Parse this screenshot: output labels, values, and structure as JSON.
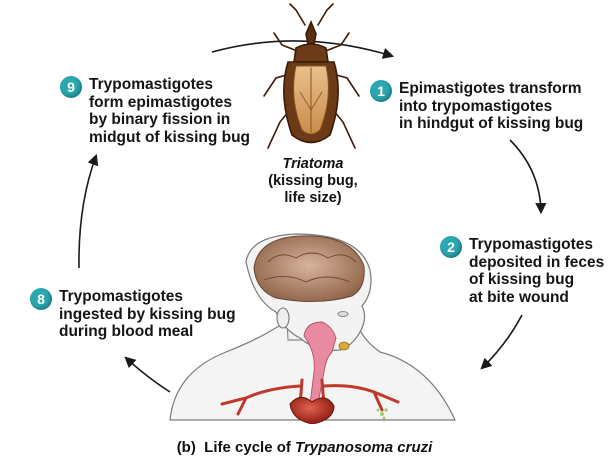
{
  "colors": {
    "badge": "#2aa7b0",
    "arrow": "#1a1a1a",
    "insect_body": "#6b3a16",
    "insect_wing": "#d6a46a",
    "skin": "#e6e6e6",
    "brain": "#b98c6f",
    "vessel": "#c0392b",
    "pharynx": "#e88aa0"
  },
  "steps": [
    {
      "number": "1",
      "text": "Epimastigotes transform\ninto trypomastigotes\nin hindgut of kissing bug"
    },
    {
      "number": "2",
      "text": "Trypomastigotes\ndeposited in feces\nof kissing bug\nat bite wound"
    },
    {
      "number": "8",
      "text": "Trypomastigotes\ningested by kissing bug\nduring blood meal"
    },
    {
      "number": "9",
      "text": "Trypomastigotes\nform epimastigotes\nby binary fission in\nmidgut of kissing bug"
    }
  ],
  "insect": {
    "scientific_name": "Triatoma",
    "common_name": "(kissing bug,\nlife size)"
  },
  "caption": {
    "prefix": "(b)  Life cycle of ",
    "organism": "Trypanosoma cruzi"
  },
  "icons": [
    "kissing-bug-illustration",
    "human-figure-illustration",
    "cycle-arrows"
  ]
}
